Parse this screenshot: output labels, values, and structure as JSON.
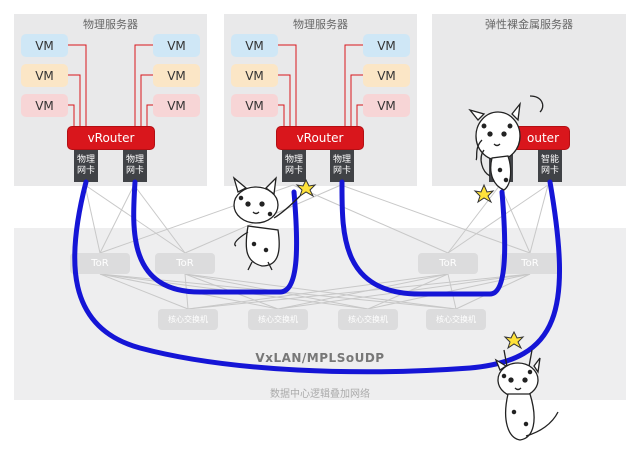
{
  "panels": [
    {
      "title": "物理服务器"
    },
    {
      "title": "物理服务器"
    },
    {
      "title": "弹性裸金属服务器"
    }
  ],
  "vm_label": "VM",
  "vrouter_label": "vRouter",
  "vrouter_partial": "outer",
  "nic_physical": [
    "物理",
    "网卡"
  ],
  "nic_smart": [
    "智能",
    "网卡"
  ],
  "tor_label": "ToR",
  "core_label": "核心交换机",
  "protocol_label": "VxLAN/MPLSoUDP",
  "network_label": "数据中心逻辑叠加网络",
  "colors": {
    "vrouter": "#d9161c",
    "cable": "#1515d6",
    "vm_blue": "#cfe7f6",
    "vm_orange": "#fbe6c6",
    "vm_pink": "#f7d5d6",
    "nic": "#404246"
  }
}
